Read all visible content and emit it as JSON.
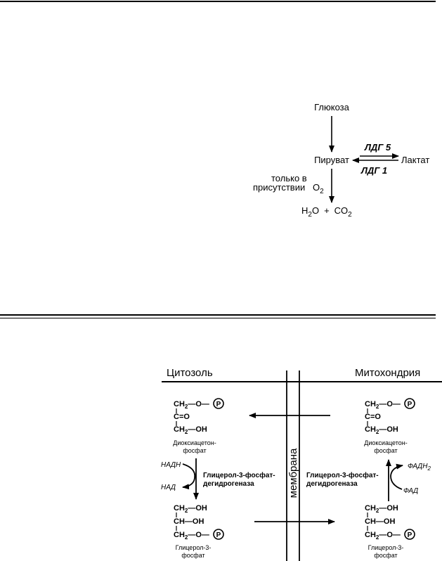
{
  "top_diagram": {
    "glucose": "Глюкоза",
    "pyruvate": "Пируват",
    "lactate": "Лактат",
    "ldh5": "ЛДГ 5",
    "ldh1": "ЛДГ 1",
    "only_in": "только  в",
    "presence_of": "присутствии",
    "o2_base": "O",
    "o2_sub": "2",
    "h2o_h": "H",
    "h2o_sub": "2",
    "h2o_o": "O",
    "plus": "+",
    "co2_base": "CO",
    "co2_sub": "2"
  },
  "bottom_diagram": {
    "cytosol": "Цитозоль",
    "mitochondria": "Митохондрия",
    "membrane": "мембрана",
    "dhap_label_1": "Диоксиацетон-",
    "dhap_label_2": "фосфат",
    "g3p_label_1": "Глицерол-3-",
    "g3p_label_2": "фосфат",
    "enzyme_1": "Глицерол-3-фосфат-",
    "enzyme_2": "дегидрогеназа",
    "nadh": "НАДН",
    "nad": "НАД",
    "fadh2": "ФАДН",
    "fadh2_sub": "2",
    "fad": "ФАД",
    "ch2": "CH",
    "sub2": "2",
    "o_dash": "—O—",
    "p": "P",
    "c_dbl_o": "C=O",
    "ch2_oh_suffix": "—OH",
    "ch_oh": "CH—OH"
  }
}
